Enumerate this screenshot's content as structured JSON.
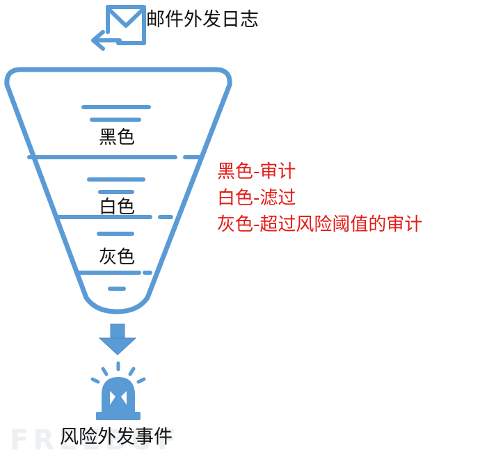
{
  "diagram": {
    "title": "邮件外发日志",
    "tiers": [
      {
        "label": "黑色"
      },
      {
        "label": "白色"
      },
      {
        "label": "灰色"
      }
    ],
    "legend": [
      "黑色-审计",
      "白色-滤过",
      "灰色-超过风险阈值的审计"
    ],
    "output_label": "风险外发事件",
    "watermark": "FREEBUF"
  },
  "colors": {
    "primary_blue": "#5b9bd5",
    "legend_red": "#e41b17",
    "text": "#111111"
  },
  "icons": {
    "top": "mail-arrow-icon",
    "arrow": "down-arrow-icon",
    "alarm": "alarm-light-icon"
  }
}
